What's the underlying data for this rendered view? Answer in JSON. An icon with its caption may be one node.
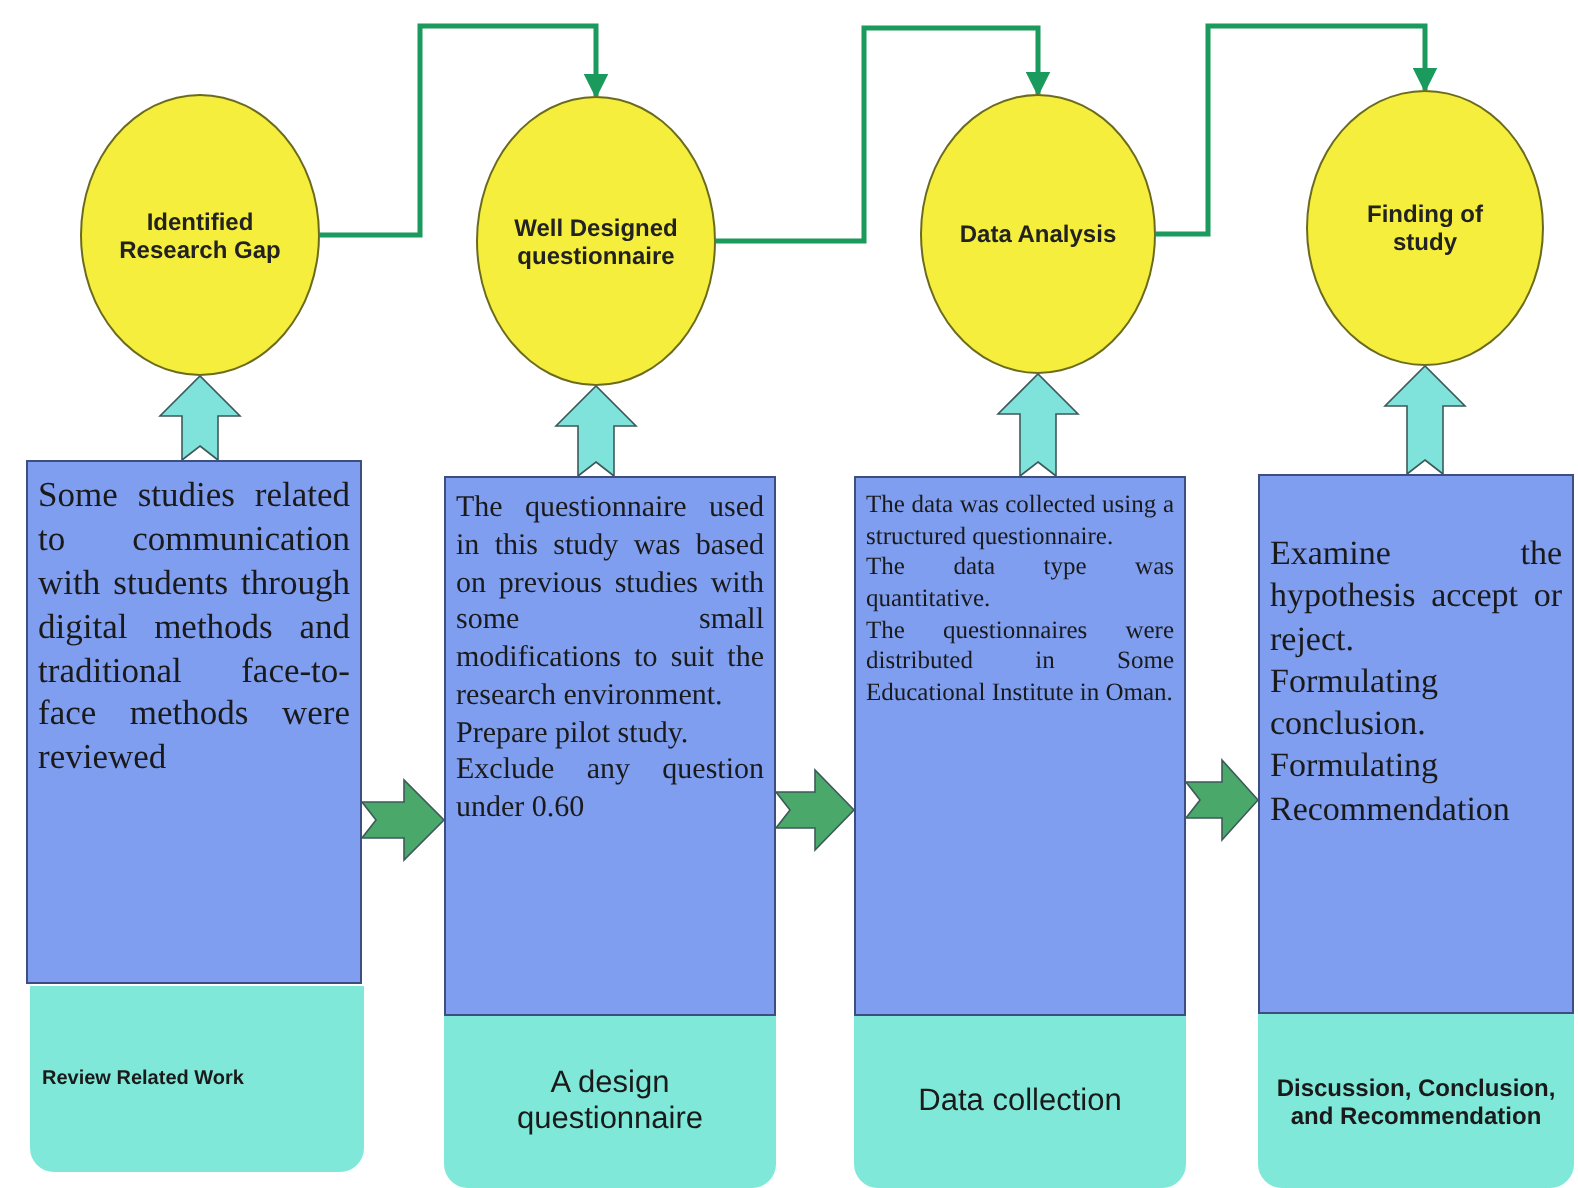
{
  "diagram": {
    "nodes": [
      {
        "text": [
          "Identified Research Gap"
        ]
      },
      {
        "text": [
          "Well Designed questionnaire"
        ]
      },
      {
        "text": [
          "Data Analysis"
        ]
      },
      {
        "text": [
          "Finding of study"
        ]
      },
      {
        "text": [
          "Some studies related to communication with students through digital methods and traditional face-to-face methods were reviewed"
        ]
      },
      {
        "text": [
          "The questionnaire used in this study was based on previous studies with some small modifications to suit the research environment.",
          "Prepare pilot study.",
          "Exclude any question under 0.60"
        ]
      },
      {
        "text": [
          "The data was collected using a structured questionnaire.",
          "The data type was quantitative.",
          "The questionnaires were distributed in Some Educational Institute in Oman."
        ]
      },
      {
        "text": [
          "Examine the hypothesis accept or reject.",
          "Formulating conclusion.",
          "Formulating Recommendation"
        ]
      },
      {
        "text": [
          "Review Related Work"
        ]
      },
      {
        "text": [
          "A design questionnaire"
        ]
      },
      {
        "text": [
          "Data collection"
        ]
      },
      {
        "text": [
          "Discussion, Conclusion, and Recommendation"
        ]
      }
    ],
    "edges": [
      {
        "from": 0,
        "to": 1,
        "arrow": "to"
      },
      {
        "from": 1,
        "to": 2,
        "arrow": "to"
      },
      {
        "from": 2,
        "to": 3,
        "arrow": "to"
      },
      {
        "from": 4,
        "to": 0,
        "arrow": "to",
        "style": "thick",
        "color": "#7fe3dc"
      },
      {
        "from": 5,
        "to": 1,
        "arrow": "to",
        "style": "thick",
        "color": "#7fe3dc"
      },
      {
        "from": 6,
        "to": 2,
        "arrow": "to",
        "style": "thick",
        "color": "#7fe3dc"
      },
      {
        "from": 7,
        "to": 3,
        "arrow": "to",
        "style": "thick",
        "color": "#7fe3dc"
      },
      {
        "from": 4,
        "to": 5,
        "arrow": "to",
        "style": "thick",
        "color": "#4aa86a"
      },
      {
        "from": 5,
        "to": 6,
        "arrow": "to",
        "style": "thick",
        "color": "#4aa86a"
      },
      {
        "from": 6,
        "to": 7,
        "arrow": "to",
        "style": "thick",
        "color": "#4aa86a"
      }
    ]
  }
}
